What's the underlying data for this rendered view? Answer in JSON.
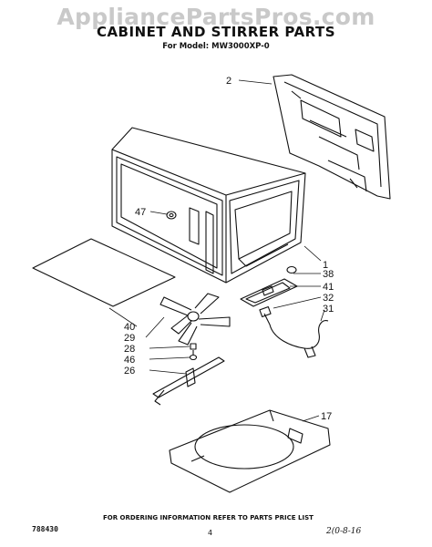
{
  "watermark": "AppliancePartsPros.com",
  "title": "CABINET AND STIRRER PARTS",
  "model": "For Model: MW3000XP-0",
  "callouts": {
    "c2": "2",
    "c47": "47",
    "c1": "1",
    "c38": "38",
    "c41": "41",
    "c32": "32",
    "c31": "31",
    "c40": "40",
    "c29": "29",
    "c28": "28",
    "c46": "46",
    "c26": "26",
    "c17": "17"
  },
  "footer_note": "FOR ORDERING INFORMATION REFER TO PARTS PRICE LIST",
  "doc_number": "788430",
  "page_number": "4",
  "handwritten_note": "2(0-8-16"
}
